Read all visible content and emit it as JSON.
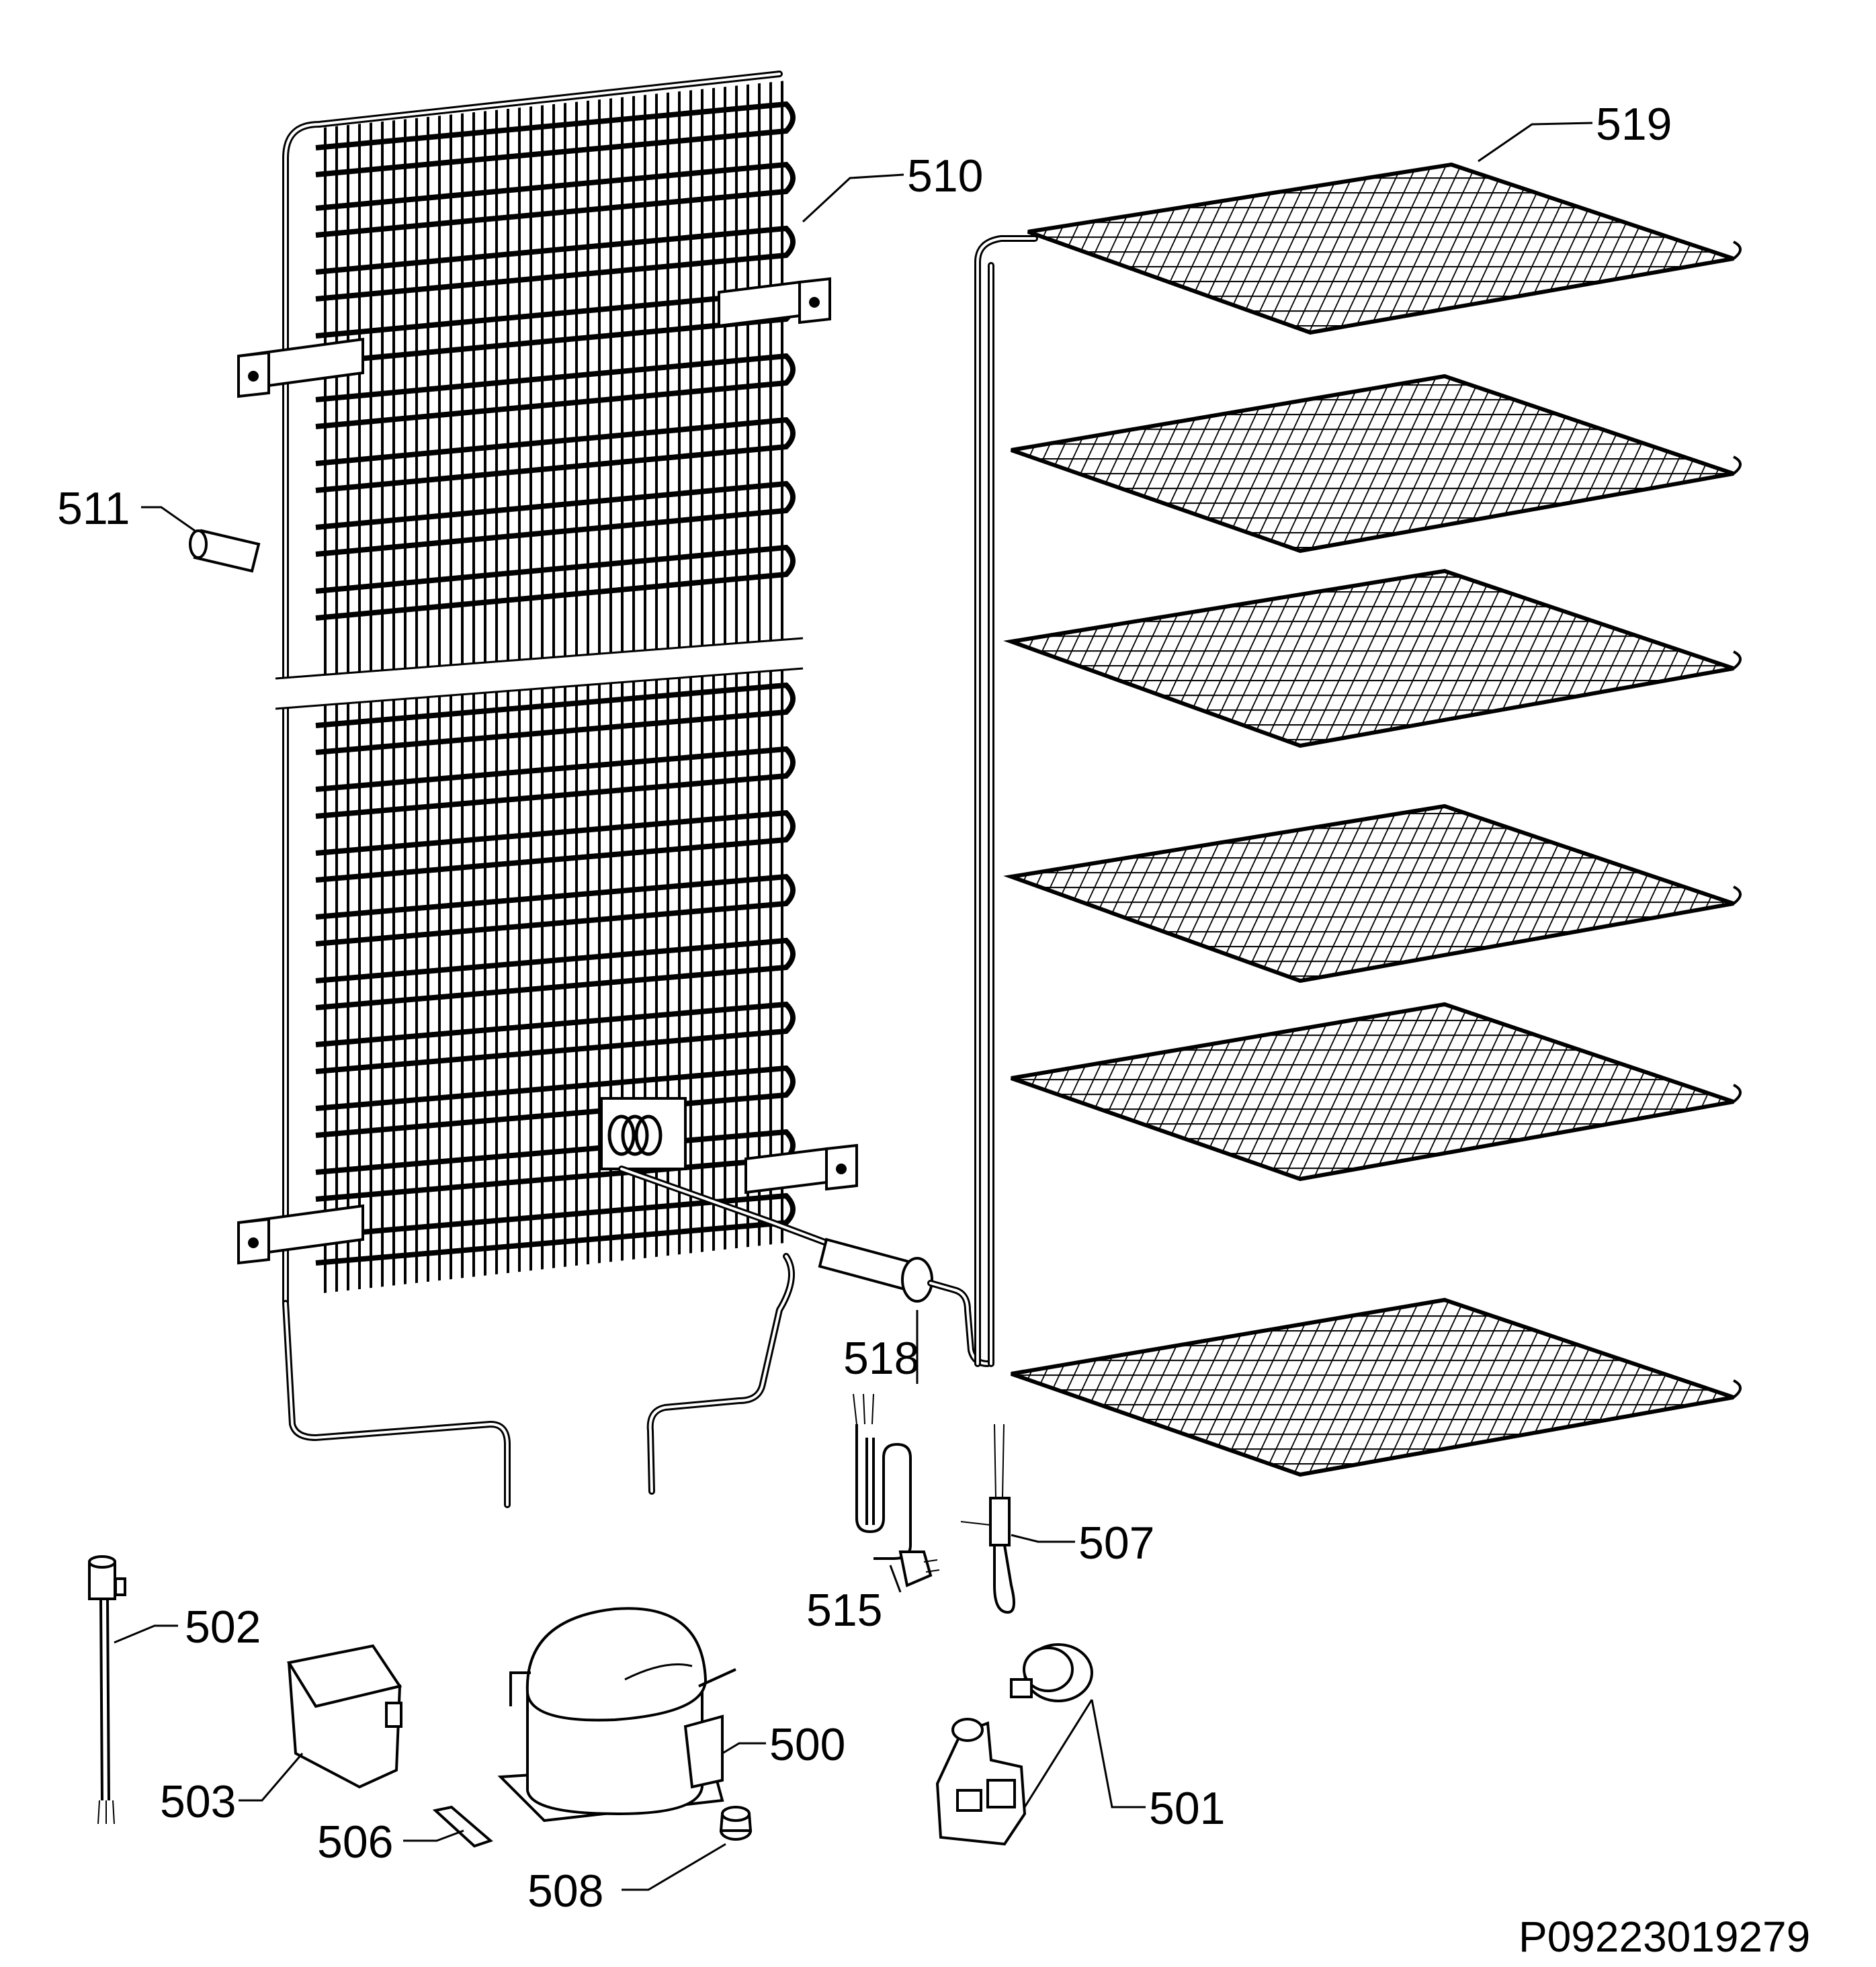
{
  "labels": {
    "l500": "500",
    "l501": "501",
    "l502": "502",
    "l503": "503",
    "l506": "506",
    "l507": "507",
    "l508": "508",
    "l510": "510",
    "l511": "511",
    "l515": "515",
    "l518": "518",
    "l519": "519"
  },
  "drawing_code": "P09223019279"
}
